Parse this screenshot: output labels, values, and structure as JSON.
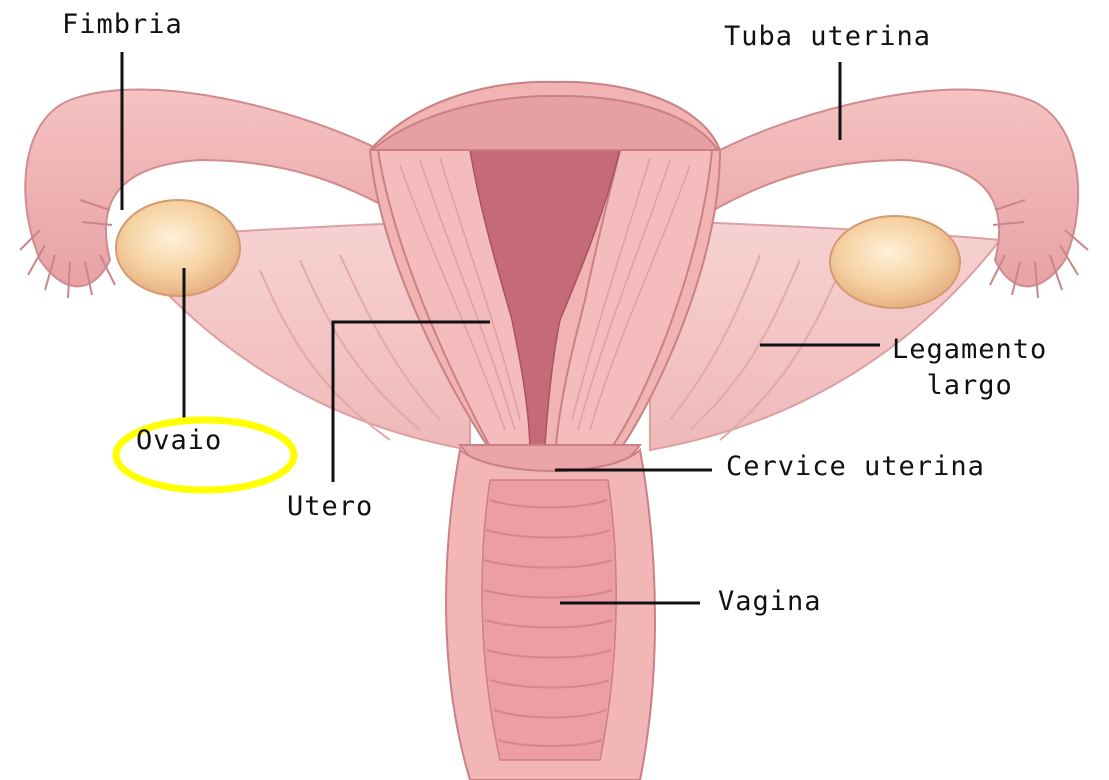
{
  "labels": {
    "fimbria": "Fimbria",
    "tuba_uterina": "Tuba uterina",
    "legamento_line1": "Legamento",
    "legamento_line2": "largo",
    "cervice_uterina": "Cervice uterina",
    "vagina": "Vagina",
    "utero": "Utero",
    "ovaio": "Ovaio"
  },
  "colors": {
    "tissue": "#f2b3b3",
    "tissue_dark": "#d98c8f",
    "cavity": "#c46a78",
    "ovary": "#f6d2a2",
    "highlight_circle": "#ffff00",
    "leader_line": "#111111"
  },
  "highlighted_label": "ovaio"
}
